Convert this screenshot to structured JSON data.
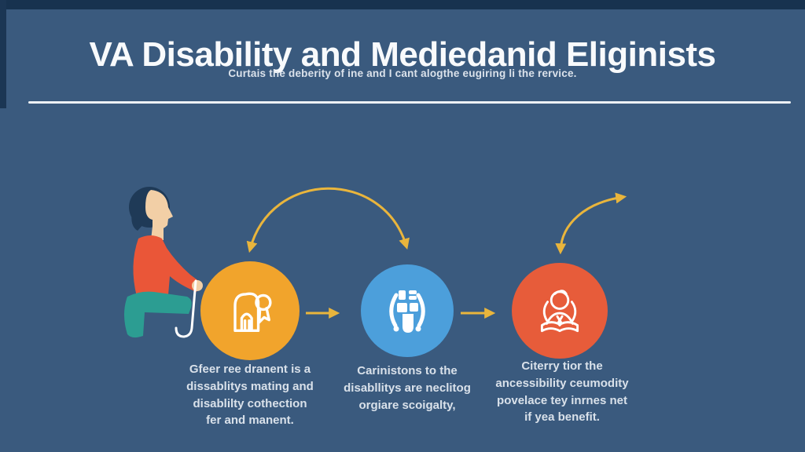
{
  "header": {
    "title": "VA Disability and Mediedanid Eliginists",
    "subtitle": "Curtais the deberity of ine and I cant alogthe eugiring li the rervice."
  },
  "steps": [
    {
      "icon": "certificate-seal-icon",
      "circle_color": "#F1A42C",
      "caption": "Gfeer ree dranent is a\ndissablitys mating and\ndisablilty cothection\nfer and manent."
    },
    {
      "icon": "wheelchair-icon",
      "circle_color": "#4C9FDB",
      "caption": "Carinistons to the\ndisabllitys are neclitog\norgiare scoigalty,"
    },
    {
      "icon": "person-reading-icon",
      "circle_color": "#E75C3A",
      "caption": "Citerry tior the\nancessibility ceumodity\npovelace tey inrnes net\nif yea benefit."
    }
  ],
  "illustration": {
    "name": "seated-person",
    "shirt_color": "#EA5638",
    "pants_color": "#2C9D92",
    "hair_color": "#1F3A57",
    "skin_color": "#F2CFA6",
    "cane_color": "#FFFFFF"
  },
  "colors": {
    "background": "#3A5A7E",
    "top_band": "#17324F",
    "divider": "#EDF1F5",
    "arrow": "#E9B53C",
    "title_text": "#F8FAFC",
    "caption_text": "#D9E1EA"
  }
}
